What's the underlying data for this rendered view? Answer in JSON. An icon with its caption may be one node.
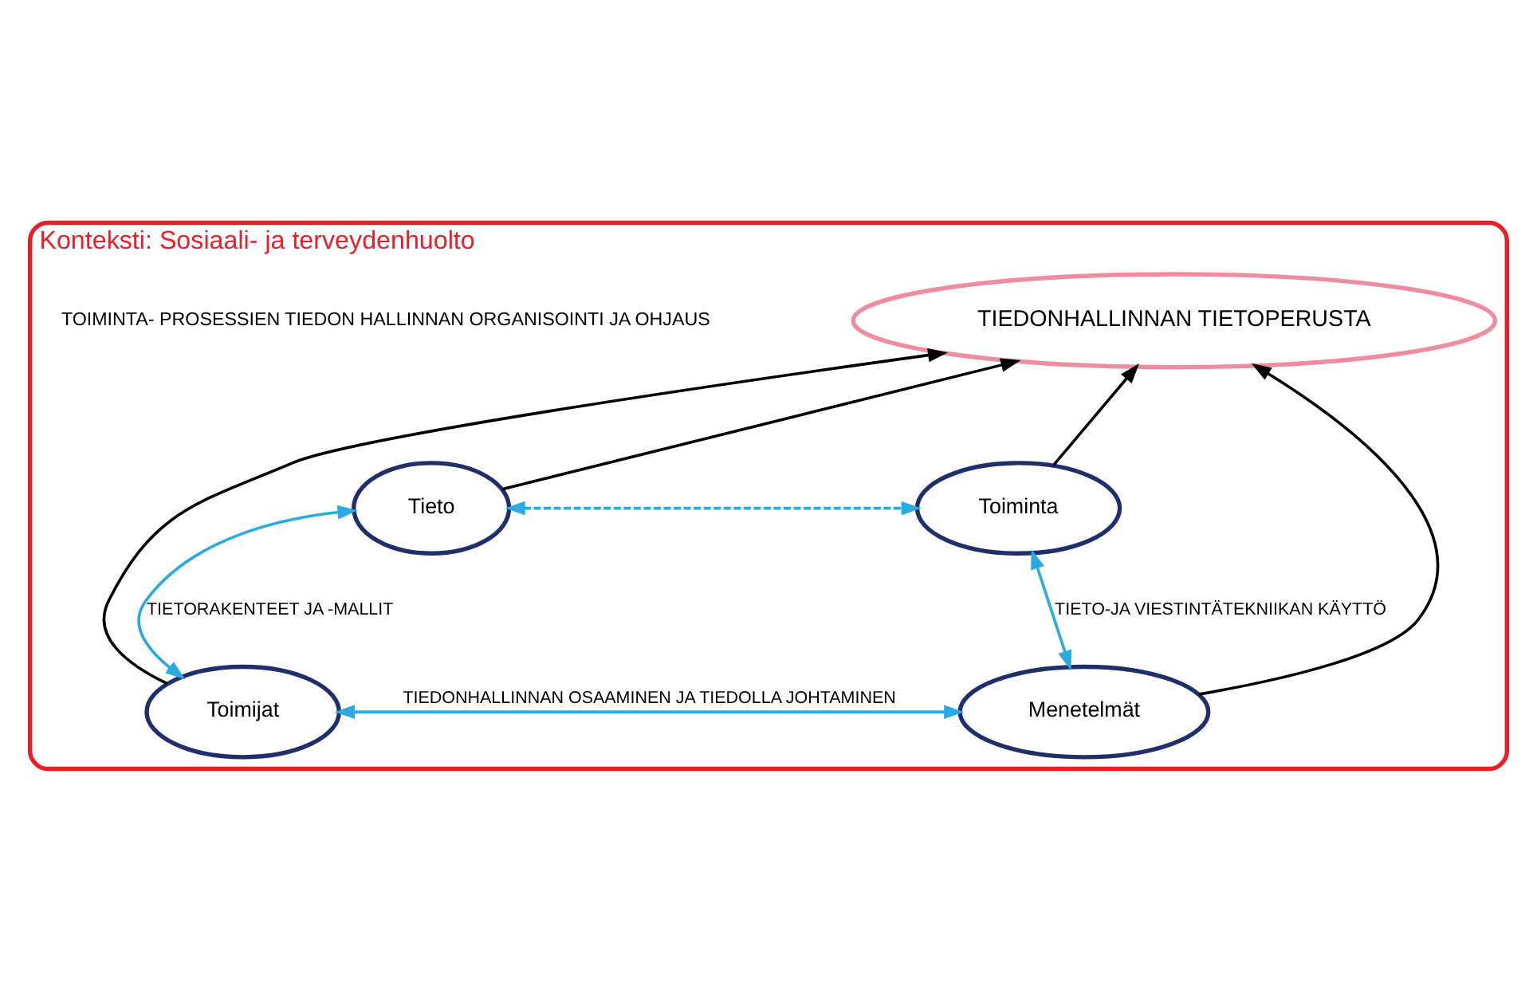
{
  "diagram": {
    "nodes": [
      {
        "text": [
          "Konteksti: Sosiaali- ja terveydenhuolto"
        ]
      },
      {
        "text": [
          "TIEDONHALLINNAN TIETOPERUSTA"
        ],
        "in": 0
      },
      {
        "text": [
          "Tieto"
        ],
        "in": 0
      },
      {
        "text": [
          "Toiminta"
        ],
        "in": 0
      },
      {
        "text": [
          "Toimijat"
        ],
        "in": 0
      },
      {
        "text": [
          "Menetelmät"
        ],
        "in": 0
      }
    ],
    "edges": [
      {
        "from": 2,
        "to": 1,
        "arrow": "to"
      },
      {
        "from": 3,
        "to": 1,
        "arrow": "to"
      },
      {
        "from": 4,
        "to": 1,
        "arrow": "to"
      },
      {
        "from": 5,
        "to": 1,
        "arrow": "to"
      },
      {
        "from": 2,
        "to": 3,
        "arrow": "both",
        "style": "dashed",
        "color": "#29abe2"
      },
      {
        "from": 2,
        "to": 4,
        "arrow": "both",
        "label": "TIETORAKENTEET JA -MALLIT",
        "color": "#29abe2"
      },
      {
        "from": 3,
        "to": 5,
        "arrow": "both",
        "label": "TIETO-JA VIESTINTÄTEKNIIKAN KÄYTTÖ",
        "color": "#29abe2"
      },
      {
        "from": 4,
        "to": 5,
        "arrow": "both",
        "label": "TIEDONHALLINNAN OSAAMINEN JA TIEDOLLA JOHTAMINEN",
        "color": "#29abe2"
      }
    ],
    "labels": [
      "TOIMINTA- PROSESSIEN TIEDON HALLINNAN ORGANISOINTI JA OHJAUS"
    ]
  }
}
